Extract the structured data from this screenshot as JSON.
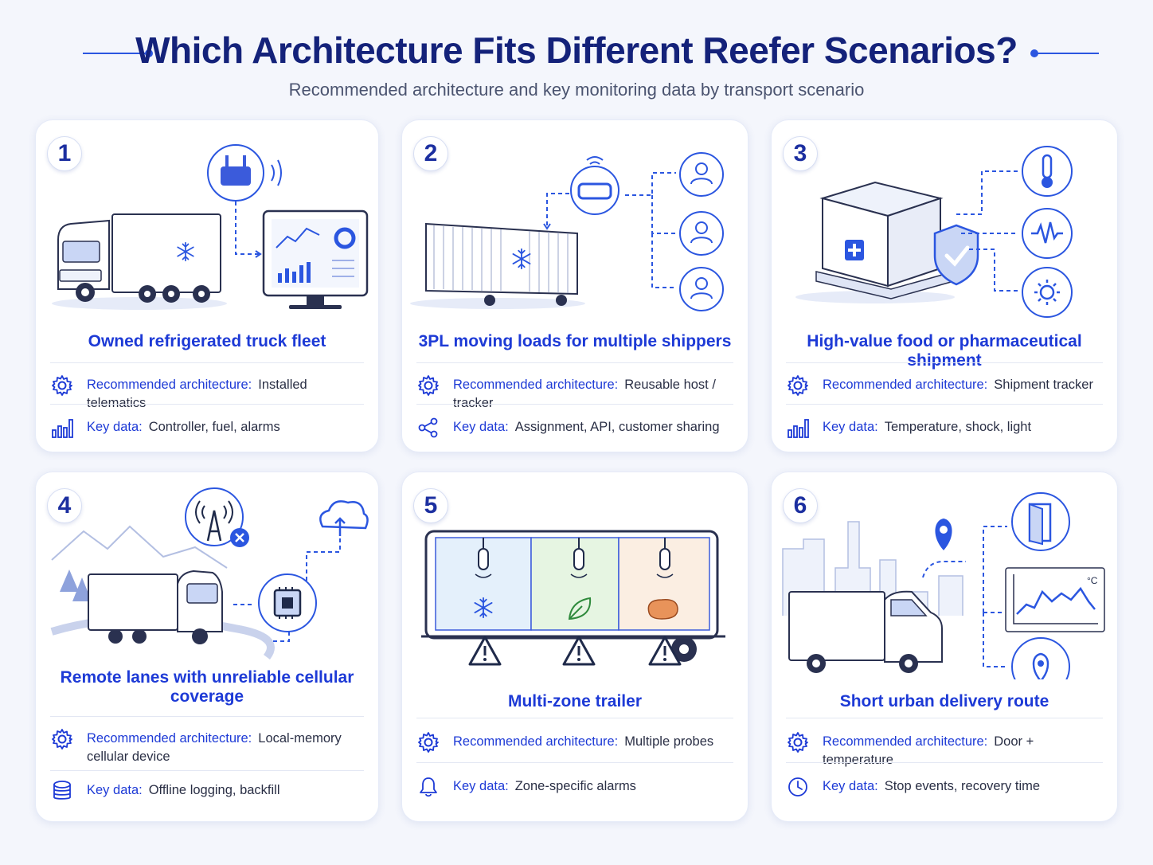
{
  "header": {
    "title": "Which Architecture Fits Different Reefer Scenarios?",
    "subtitle": "Recommended architecture and key monitoring data by transport scenario"
  },
  "labels": {
    "architecture": "Recommended architecture:",
    "key_data": "Key data:"
  },
  "colors": {
    "accent": "#1d3ad6",
    "title": "#14227a",
    "cold_zone": "#e4f0fb",
    "produce_zone": "#e6f5e2",
    "meat_zone": "#fbeee2"
  },
  "cards": [
    {
      "number": "1",
      "title": "Owned refrigerated truck fleet",
      "architecture": "Installed telematics",
      "key_data": "Controller, fuel, alarms",
      "key_icon": "bar-chart-icon"
    },
    {
      "number": "2",
      "title": "3PL moving loads for multiple shippers",
      "architecture": "Reusable host / tracker",
      "key_data": "Assignment, API, customer sharing",
      "key_icon": "share-icon"
    },
    {
      "number": "3",
      "title": "High-value food or pharmaceutical shipment",
      "architecture": "Shipment tracker",
      "key_data": "Temperature, shock, light",
      "key_icon": "bar-chart-icon"
    },
    {
      "number": "4",
      "title": "Remote lanes with unreliable cellular coverage",
      "architecture": "Local-memory cellular device",
      "key_data": "Offline logging, backfill",
      "key_icon": "database-icon"
    },
    {
      "number": "5",
      "title": "Multi-zone trailer",
      "architecture": "Multiple probes",
      "key_data": "Zone-specific alarms",
      "key_icon": "bell-icon"
    },
    {
      "number": "6",
      "title": "Short urban delivery route",
      "architecture": "Door + temperature",
      "key_data": "Stop events, recovery time",
      "key_icon": "clock-icon"
    }
  ],
  "illustrations": {
    "temp_chart_unit": "°C"
  }
}
